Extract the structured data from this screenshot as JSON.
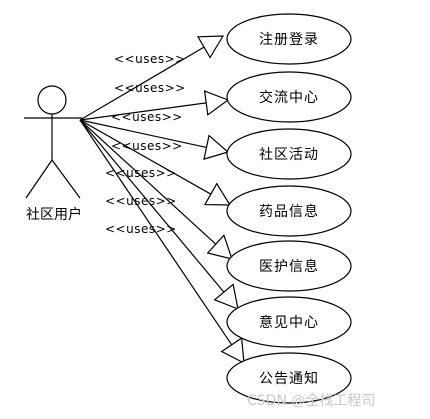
{
  "actor": {
    "name": "社区用户",
    "icon": "stick-figure-icon"
  },
  "relation_label": "<<uses>>",
  "use_cases": [
    {
      "label": "注册登录",
      "relation": "<<uses>>"
    },
    {
      "label": "交流中心",
      "relation": "<<uses>>"
    },
    {
      "label": "社区活动",
      "relation": "<<uses>>"
    },
    {
      "label": "药品信息",
      "relation": "<<uses>>"
    },
    {
      "label": "医护信息",
      "relation": "<<uses>>"
    },
    {
      "label": "意见中心",
      "relation": "<<uses>>"
    },
    {
      "label": "公告通知",
      "relation": "<<uses>>"
    }
  ],
  "watermark": "CSDN @全栈工程司",
  "colors": {
    "line": "#000000",
    "background": "#ffffff",
    "watermark": "#c8c8c8"
  }
}
